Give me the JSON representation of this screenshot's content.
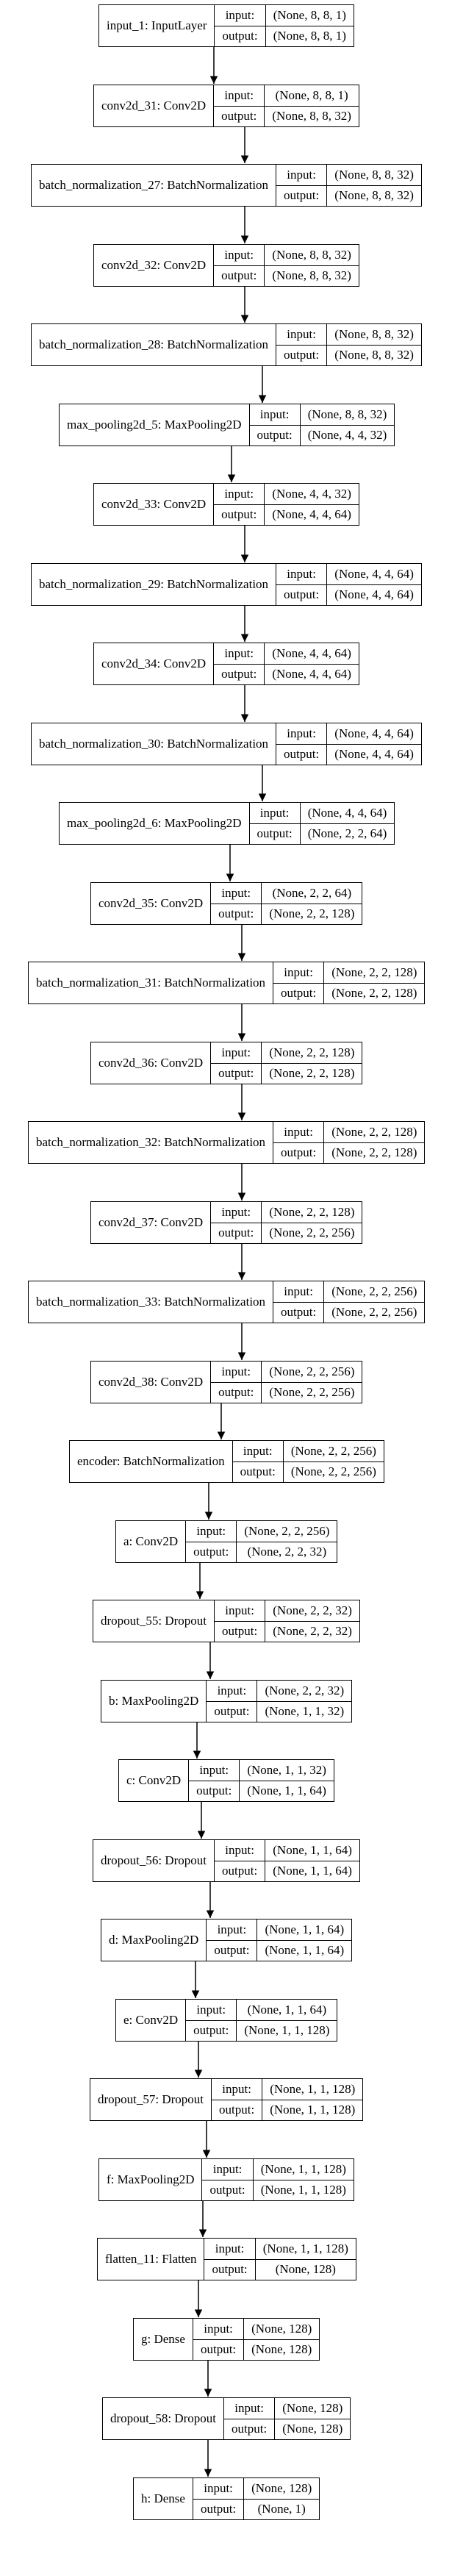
{
  "layers": [
    {
      "name": "input_1: InputLayer",
      "input": "(None, 8, 8, 1)",
      "output": "(None, 8, 8, 1)"
    },
    {
      "name": "conv2d_31: Conv2D",
      "input": "(None, 8, 8, 1)",
      "output": "(None, 8, 8, 32)"
    },
    {
      "name": "batch_normalization_27: BatchNormalization",
      "input": "(None, 8, 8, 32)",
      "output": "(None, 8, 8, 32)"
    },
    {
      "name": "conv2d_32: Conv2D",
      "input": "(None, 8, 8, 32)",
      "output": "(None, 8, 8, 32)"
    },
    {
      "name": "batch_normalization_28: BatchNormalization",
      "input": "(None, 8, 8, 32)",
      "output": "(None, 8, 8, 32)"
    },
    {
      "name": "max_pooling2d_5: MaxPooling2D",
      "input": "(None, 8, 8, 32)",
      "output": "(None, 4, 4, 32)"
    },
    {
      "name": "conv2d_33: Conv2D",
      "input": "(None, 4, 4, 32)",
      "output": "(None, 4, 4, 64)"
    },
    {
      "name": "batch_normalization_29: BatchNormalization",
      "input": "(None, 4, 4, 64)",
      "output": "(None, 4, 4, 64)"
    },
    {
      "name": "conv2d_34: Conv2D",
      "input": "(None, 4, 4, 64)",
      "output": "(None, 4, 4, 64)"
    },
    {
      "name": "batch_normalization_30: BatchNormalization",
      "input": "(None, 4, 4, 64)",
      "output": "(None, 4, 4, 64)"
    },
    {
      "name": "max_pooling2d_6: MaxPooling2D",
      "input": "(None, 4, 4, 64)",
      "output": "(None, 2, 2, 64)"
    },
    {
      "name": "conv2d_35: Conv2D",
      "input": "(None, 2, 2, 64)",
      "output": "(None, 2, 2, 128)"
    },
    {
      "name": "batch_normalization_31: BatchNormalization",
      "input": "(None, 2, 2, 128)",
      "output": "(None, 2, 2, 128)"
    },
    {
      "name": "conv2d_36: Conv2D",
      "input": "(None, 2, 2, 128)",
      "output": "(None, 2, 2, 128)"
    },
    {
      "name": "batch_normalization_32: BatchNormalization",
      "input": "(None, 2, 2, 128)",
      "output": "(None, 2, 2, 128)"
    },
    {
      "name": "conv2d_37: Conv2D",
      "input": "(None, 2, 2, 128)",
      "output": "(None, 2, 2, 256)"
    },
    {
      "name": "batch_normalization_33: BatchNormalization",
      "input": "(None, 2, 2, 256)",
      "output": "(None, 2, 2, 256)"
    },
    {
      "name": "conv2d_38: Conv2D",
      "input": "(None, 2, 2, 256)",
      "output": "(None, 2, 2, 256)"
    },
    {
      "name": "encoder: BatchNormalization",
      "input": "(None, 2, 2, 256)",
      "output": "(None, 2, 2, 256)"
    },
    {
      "name": "a: Conv2D",
      "input": "(None, 2, 2, 256)",
      "output": "(None, 2, 2, 32)"
    },
    {
      "name": "dropout_55: Dropout",
      "input": "(None, 2, 2, 32)",
      "output": "(None, 2, 2, 32)"
    },
    {
      "name": "b: MaxPooling2D",
      "input": "(None, 2, 2, 32)",
      "output": "(None, 1, 1, 32)"
    },
    {
      "name": "c: Conv2D",
      "input": "(None, 1, 1, 32)",
      "output": "(None, 1, 1, 64)"
    },
    {
      "name": "dropout_56: Dropout",
      "input": "(None, 1, 1, 64)",
      "output": "(None, 1, 1, 64)"
    },
    {
      "name": "d: MaxPooling2D",
      "input": "(None, 1, 1, 64)",
      "output": "(None, 1, 1, 64)"
    },
    {
      "name": "e: Conv2D",
      "input": "(None, 1, 1, 64)",
      "output": "(None, 1, 1, 128)"
    },
    {
      "name": "dropout_57: Dropout",
      "input": "(None, 1, 1, 128)",
      "output": "(None, 1, 1, 128)"
    },
    {
      "name": "f: MaxPooling2D",
      "input": "(None, 1, 1, 128)",
      "output": "(None, 1, 1, 128)"
    },
    {
      "name": "flatten_11: Flatten",
      "input": "(None, 1, 1, 128)",
      "output": "(None, 128)"
    },
    {
      "name": "g: Dense",
      "input": "(None, 128)",
      "output": "(None, 128)"
    },
    {
      "name": "dropout_58: Dropout",
      "input": "(None, 128)",
      "output": "(None, 128)"
    },
    {
      "name": "h: Dense",
      "input": "(None, 128)",
      "output": "(None, 1)"
    }
  ],
  "labels": {
    "input": "input:",
    "output": "output:"
  }
}
